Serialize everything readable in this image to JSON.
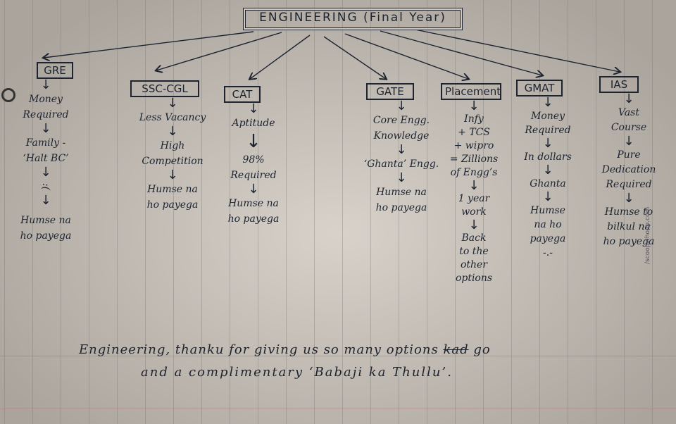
{
  "title": "ENGINEERING (Final Year)",
  "branches": [
    {
      "label": "GRE",
      "steps": [
        "Money",
        "Required",
        "Family -",
        "‘Halt BC’",
        "Humse na",
        "ho payega"
      ],
      "emoji": ":("
    },
    {
      "label": "SSC-CGL",
      "steps": [
        "Less Vacancy",
        "High",
        "Competition",
        "Humse na",
        "ho payega"
      ]
    },
    {
      "label": "CAT",
      "steps": [
        "Aptitude",
        "98%",
        "Required",
        "Humse na",
        "ho payega"
      ]
    },
    {
      "label": "GATE",
      "steps": [
        "Core Engg.",
        "Knowledge",
        "‘Ghanta’ Engg.",
        "Humse na",
        "ho payega"
      ]
    },
    {
      "label": "Placement",
      "steps": [
        "Infy",
        "+ TCS",
        "+ wipro",
        "= Zillions",
        "of Engg’s",
        "1 year",
        "work",
        "Back",
        "to the",
        "other",
        "options"
      ]
    },
    {
      "label": "GMAT",
      "steps": [
        "Money",
        "Required",
        "In dollars",
        "Ghanta",
        "Humse",
        "na ho",
        "payega"
      ],
      "emoji": "-.-"
    },
    {
      "label": "IAS",
      "steps": [
        "Vast",
        "Course",
        "Pure",
        "Dedication",
        "Required",
        "Humse to",
        "bilkul na",
        "ho payega"
      ]
    }
  ],
  "footer": {
    "line1": "Engineering, thanku for giving us so many options ",
    "struck": "kad",
    "line1_end": " go",
    "line2": "and a complimentary ‘Babaji ka Thullu’."
  },
  "side_note": "/scoopwhoop.com",
  "colors": {
    "ink": "#1d2430",
    "paper": "#cfc8bf"
  }
}
